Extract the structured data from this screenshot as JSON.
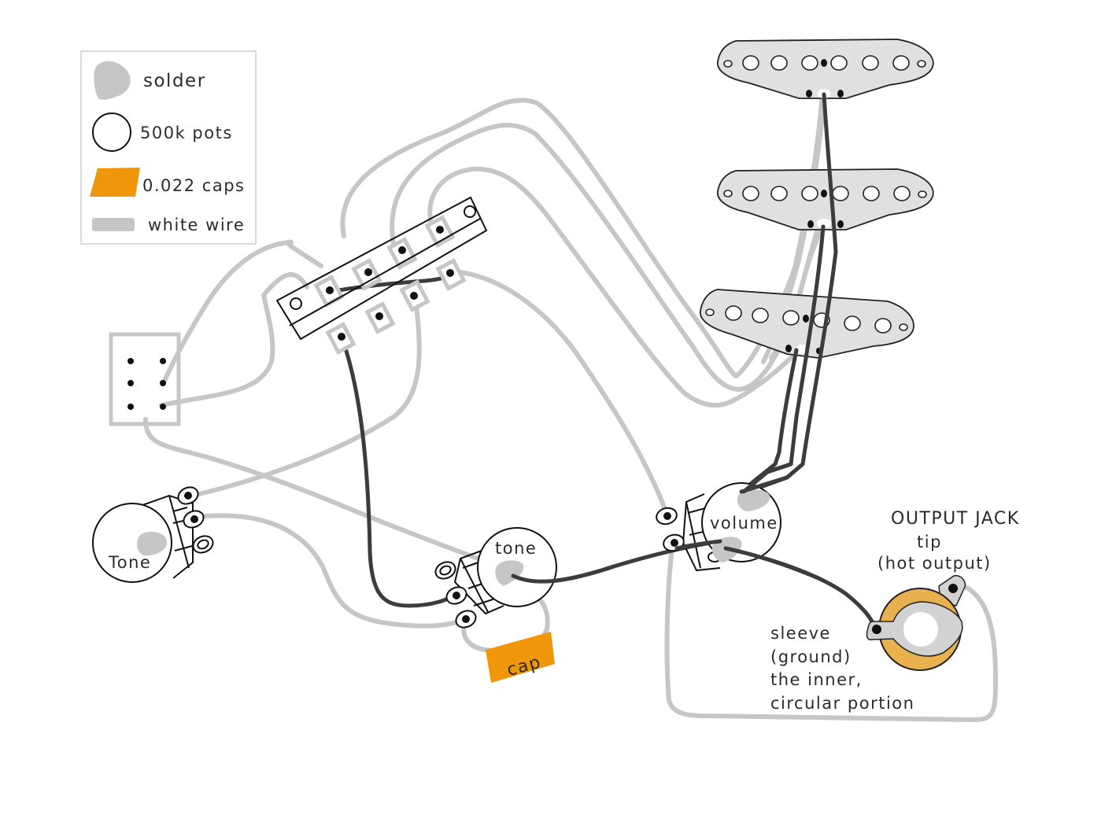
{
  "title": "Stratocaster 5-way wiring diagram",
  "colors": {
    "white_wire": "#c6c6c6",
    "black_wire": "#3c3c3c",
    "cap": "#f0960a",
    "pickup_plate": "#e0e0e0",
    "jack_ring": "#e8b04e",
    "jack_lug": "#d2d2d2",
    "outline": "#111111"
  },
  "legend": {
    "items": [
      {
        "icon": "solder-blob-icon",
        "label": "solder"
      },
      {
        "icon": "pot-circle-icon",
        "label": "500k pots"
      },
      {
        "icon": "cap-parallelogram-icon",
        "label": "0.022 caps"
      },
      {
        "icon": "white-wire-swatch-icon",
        "label": "white wire"
      }
    ]
  },
  "components": {
    "pickups": [
      {
        "name": "neck pickup"
      },
      {
        "name": "middle pickup"
      },
      {
        "name": "bridge pickup"
      }
    ],
    "switch": {
      "name": "5-way selector switch"
    },
    "tone_pot_1": {
      "label": "Tone"
    },
    "tone_pot_2": {
      "label": "tone"
    },
    "volume_pot": {
      "label": "volume"
    },
    "capacitor": {
      "label": "cap"
    },
    "output_jack": {
      "title": "OUTPUT JACK",
      "tip_label_1": "tip",
      "tip_label_2": "(hot output)",
      "sleeve_label_1": "sleeve",
      "sleeve_label_2": "(ground)",
      "sleeve_label_3": "the inner,",
      "sleeve_label_4": "circular portion"
    }
  }
}
